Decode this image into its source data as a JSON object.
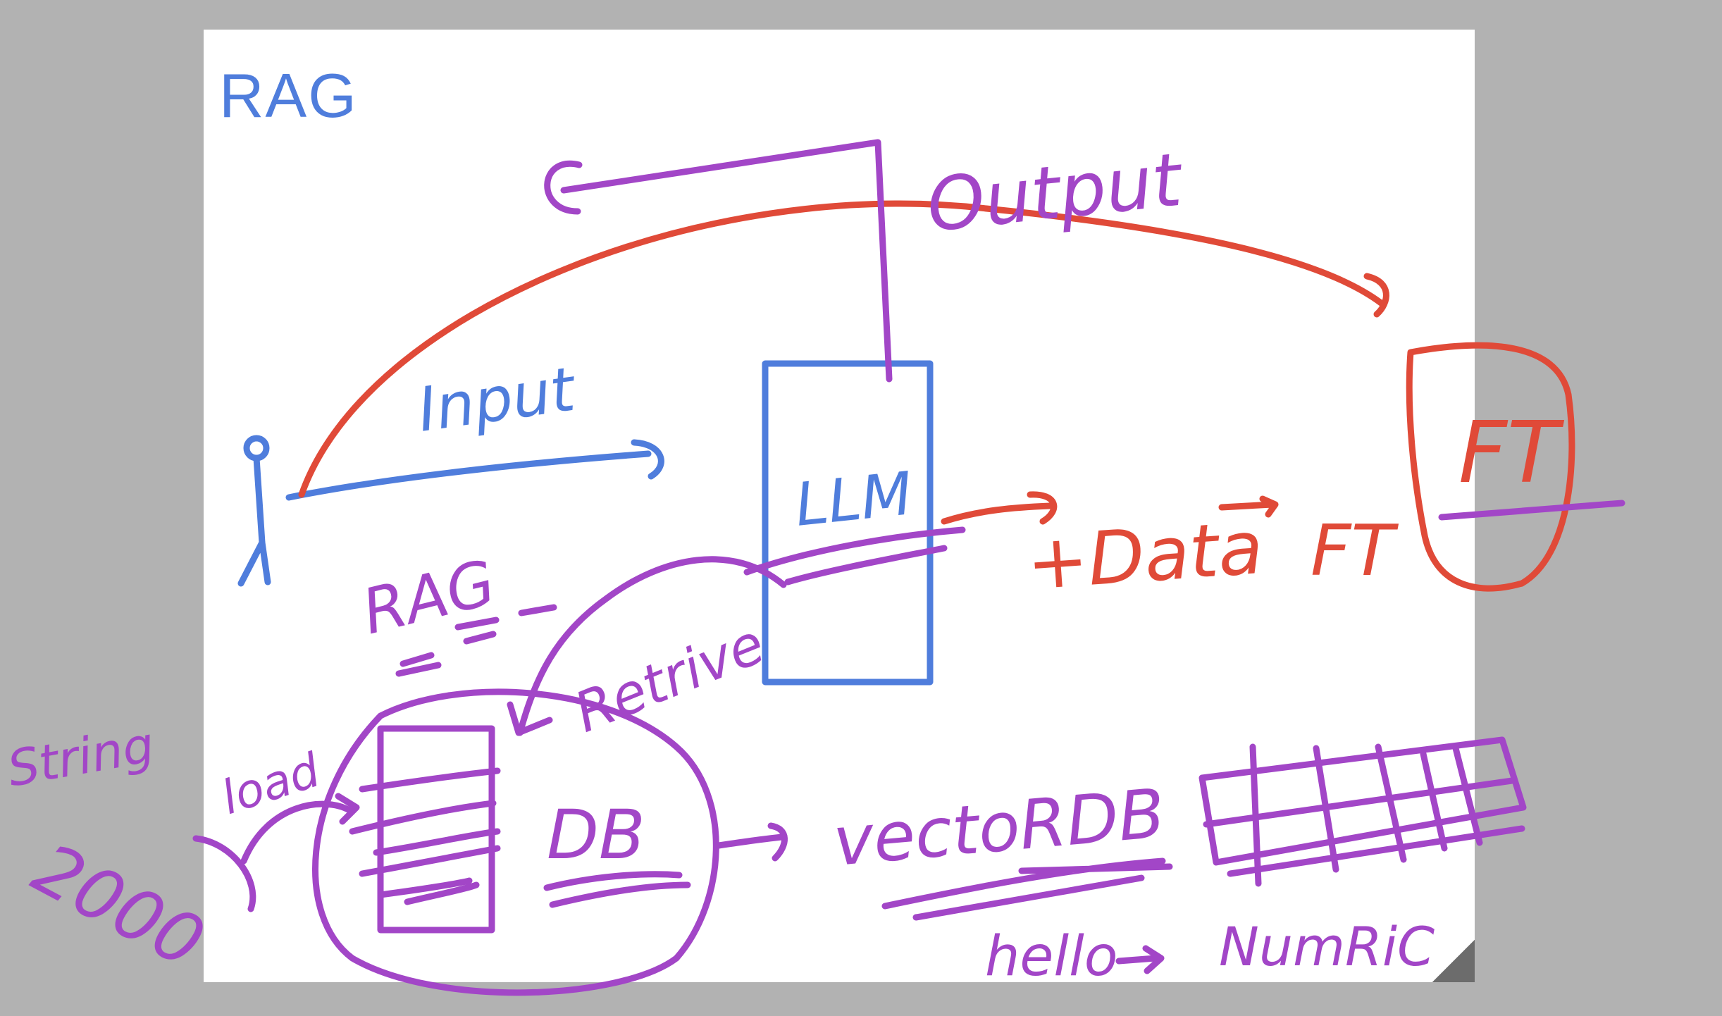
{
  "title": "RAG",
  "colors": {
    "background": "#b2b2b2",
    "board": "#ffffff",
    "blue_ink": "#4f7ddc",
    "red_ink": "#e04a38",
    "purple_ink": "#a246c7"
  },
  "nodes": {
    "llm": "LLM",
    "db": "DB",
    "ft_box": "FT"
  },
  "labels": {
    "input": "Input",
    "output": "Output",
    "plus_data": "+Data",
    "ft": "FT",
    "rag": "RAG",
    "retrive": "Retrive",
    "load": "load",
    "string": "String",
    "number": "2000",
    "vector_db": "vectoRDB",
    "hello": "hello",
    "numric": "NumRiC"
  }
}
